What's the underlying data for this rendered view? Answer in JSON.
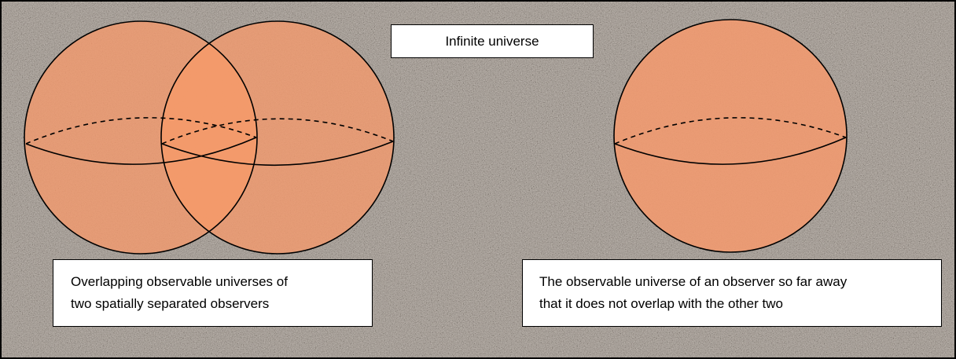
{
  "title": "Infinite universe",
  "captions": {
    "left": {
      "lines": [
        "Overlapping observable universes of",
        "two spatially separated observers"
      ]
    },
    "right": {
      "lines": [
        "The observable universe of an observer so far away",
        "that it does not overlap with the other two"
      ]
    }
  },
  "colors": {
    "background_texture": "#8c8279",
    "sphere_fill": "#f29a6e",
    "outline": "#000000",
    "label_box": "#ffffff"
  }
}
